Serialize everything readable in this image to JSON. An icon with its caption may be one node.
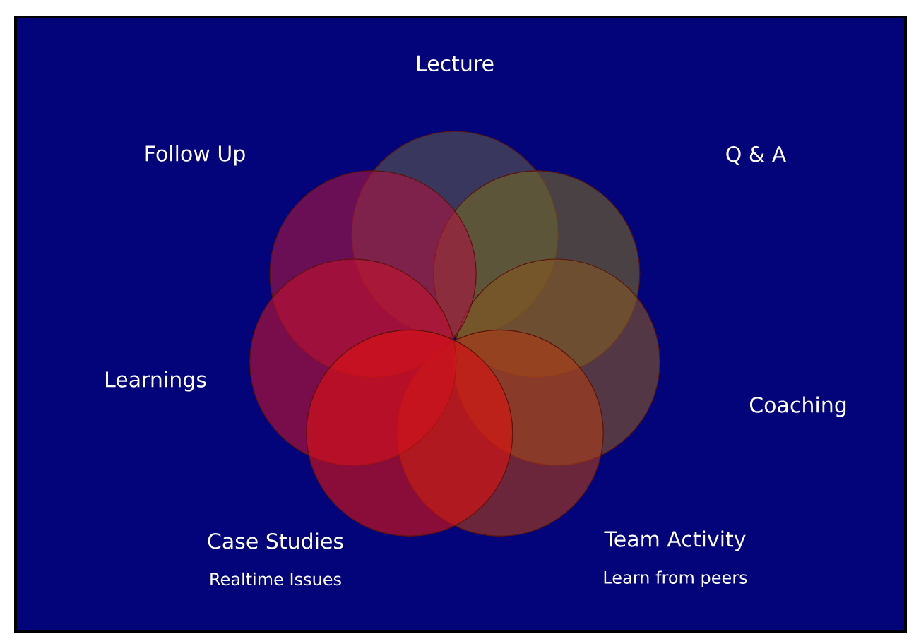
{
  "diagram": {
    "nodes": [
      {
        "text": [
          "Lecture"
        ]
      },
      {
        "text": [
          "Q & A"
        ]
      },
      {
        "text": [
          "Coaching"
        ]
      },
      {
        "text": [
          "Team Activity",
          "Learn from peers"
        ]
      },
      {
        "text": [
          "Case Studies",
          "Realtime Issues"
        ]
      },
      {
        "text": [
          "Learnings"
        ]
      },
      {
        "text": [
          "Follow Up"
        ]
      }
    ]
  }
}
